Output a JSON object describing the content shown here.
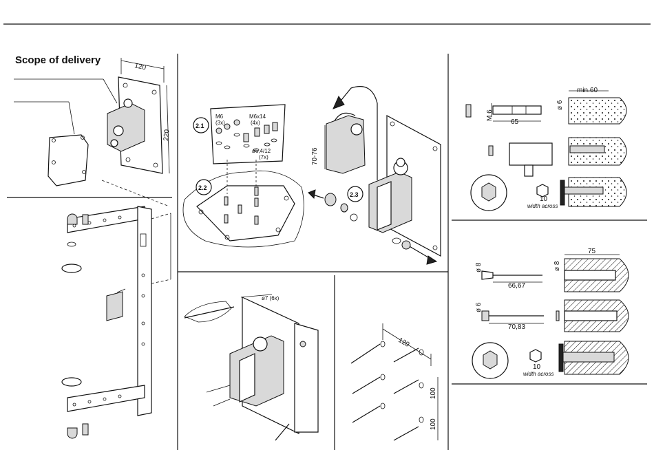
{
  "section_title": "Scope of delivery",
  "scope": {
    "bracket_width": "120",
    "bracket_height": "220"
  },
  "step_2_1": {
    "number": "2.1",
    "m6": "M6",
    "m6_count": "(3x)",
    "m6x14": "M6x14",
    "m6x14_count": "(4x)",
    "washer": "ø6,4/12",
    "washer_count": "(7x)"
  },
  "step_2_2": {
    "number": "2.2"
  },
  "step_2_3": {
    "number": "2.3"
  },
  "hinge_gap": "70-76",
  "drill_diameter": "ø7 (6x)",
  "wall_spacing": {
    "horizontal": "120",
    "vertical_1": "100",
    "vertical_2": "100"
  },
  "dowel_set_1": {
    "thread_label": "M 6",
    "diameter": "ø 6",
    "length": "65",
    "min_depth": "min.60",
    "nut_size": "10",
    "width_across": "width across"
  },
  "dowel_set_2": {
    "diameter_1": "ø 8",
    "diameter_1b": "ø 8",
    "length_1": "66,67",
    "depth": "75",
    "diameter_2": "ø 6",
    "length_2": "70,83",
    "nut_size": "10",
    "width_across": "width across"
  }
}
